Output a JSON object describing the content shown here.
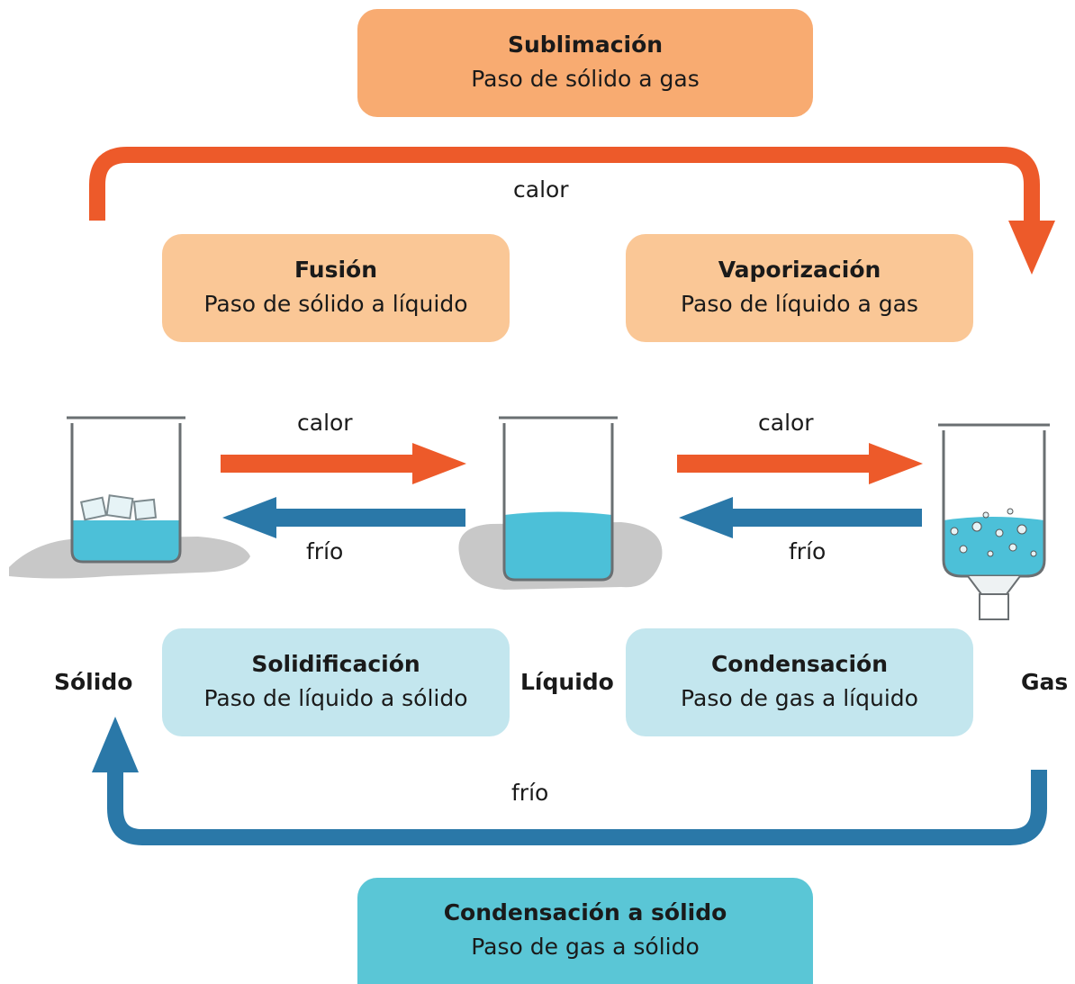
{
  "colors": {
    "heat": "#ed5a2a",
    "cold": "#2a78a8",
    "orange_dark": "#f8ab71",
    "orange_light": "#fac796",
    "blue_light": "#c3e6ee",
    "blue_dark": "#5ac6d6",
    "water": "#4cc0d8",
    "puddle": "#c8c8c8"
  },
  "processes": {
    "sublimation": {
      "title": "Sublimación",
      "desc": "Paso de sólido a gas"
    },
    "fusion": {
      "title": "Fusión",
      "desc": "Paso de sólido a líquido"
    },
    "vaporization": {
      "title": "Vaporización",
      "desc": "Paso de líquido a gas"
    },
    "solidification": {
      "title": "Solidificación",
      "desc": "Paso de líquido a sólido"
    },
    "condensation": {
      "title": "Condensación",
      "desc": "Paso de gas a líquido"
    },
    "deposition": {
      "title": "Condensación a sólido",
      "desc": "Paso de gas a sólido"
    }
  },
  "arrow_labels": {
    "top_heat": "calor",
    "heat_1": "calor",
    "heat_2": "calor",
    "cold_1": "frío",
    "cold_2": "frío",
    "bottom_cold": "frío"
  },
  "states": {
    "solid": "Sólido",
    "liquid": "Líquido",
    "gas": "Gas"
  }
}
